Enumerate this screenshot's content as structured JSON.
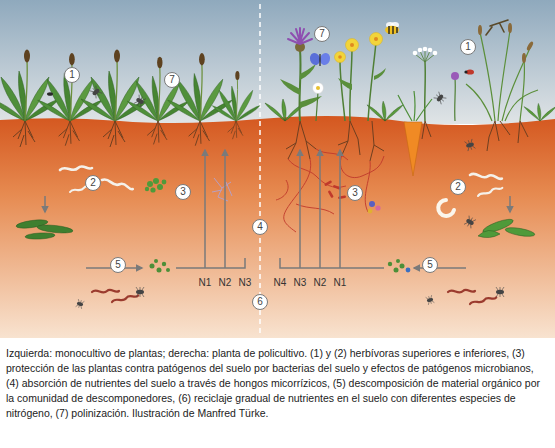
{
  "diagram": {
    "caption": "Izquierda: monocultivo de plantas; derecha: planta de policultivo. (1) y (2) herbívoras superiores e inferiores, (3) protección de las plantas contra patógenos del suelo por bacterias del suelo y efectos de patógenos microbianos, (4) absorción de nutrientes del suelo a través de hongos micorrízicos, (5) descomposición de material orgánico por la comunidad de descomponedores, (6) reciclaje gradual de nutrientes en el suelo con diferentes especies de nitrógeno, (7) polinización. Ilustración de Manfred Türke.",
    "nodes": [
      {
        "text": [
          "1"
        ]
      },
      {
        "text": [
          "7"
        ]
      },
      {
        "text": [
          "2"
        ]
      },
      {
        "text": [
          "3"
        ]
      },
      {
        "text": [
          "5"
        ]
      },
      {
        "text": [
          "4"
        ]
      },
      {
        "text": [
          "6"
        ]
      },
      {
        "text": [
          "7"
        ]
      },
      {
        "text": [
          "1"
        ]
      },
      {
        "text": [
          "3"
        ]
      },
      {
        "text": [
          "2"
        ]
      },
      {
        "text": [
          "5"
        ]
      }
    ],
    "labels": [
      "N1",
      "N2",
      "N3",
      "N4",
      "N3",
      "N2",
      "N1"
    ]
  }
}
